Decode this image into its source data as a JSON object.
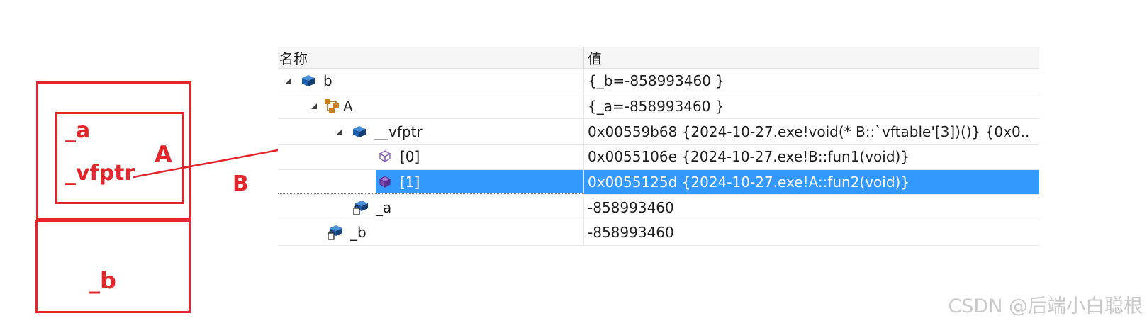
{
  "diagram": {
    "labels": {
      "a_member": "_a",
      "vfptr": "_vfptr",
      "class_A": "A",
      "class_B": "B",
      "b_member": "_b"
    },
    "accent_color": "#e3262b"
  },
  "watch": {
    "columns": {
      "name": "名称",
      "value": "值"
    },
    "rows": [
      {
        "name": "b",
        "value": "{_b=-858993460 }",
        "icon": "object-icon",
        "expanded": true
      },
      {
        "name": "A",
        "value": "{_a=-858993460 }",
        "icon": "base-class-icon",
        "expanded": true
      },
      {
        "name": "__vfptr",
        "value": "0x00559b68 {2024-10-27.exe!void(* B::`vftable'[3])()} {0x0..",
        "icon": "pointer-object-icon",
        "expanded": true
      },
      {
        "name": "[0]",
        "value": "0x0055106e {2024-10-27.exe!B::fun1(void)}",
        "icon": "method-icon"
      },
      {
        "name": "[1]",
        "value": "0x0055125d {2024-10-27.exe!A::fun2(void)}",
        "icon": "method-icon",
        "selected": true
      },
      {
        "name": "_a",
        "value": "-858993460",
        "icon": "private-field-icon"
      },
      {
        "name": "_b",
        "value": "-858993460",
        "icon": "private-field-icon"
      }
    ],
    "selection_color": "#3399ff"
  },
  "watermark": "CSDN @后端小白聪根"
}
